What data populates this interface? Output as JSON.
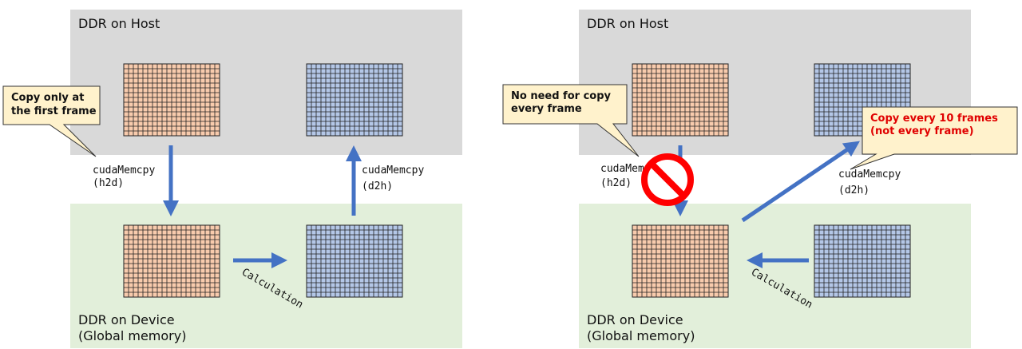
{
  "colors": {
    "host_bg": "#d9d9d9",
    "device_bg": "#e2efda",
    "orange_grid": "#f8cbad",
    "blue_grid": "#b4c7e7",
    "arrow": "#4472c4",
    "callout_fill": "#fff2cc",
    "no_sign": "#ff0000",
    "red_text": "#e00000"
  },
  "left": {
    "host_label": "DDR on Host",
    "device_label_1": "DDR on Device",
    "device_label_2": "(Global memory)",
    "h2d_label_1": "cudaMemcpy",
    "h2d_label_2": "(h2d)",
    "d2h_label_1": "cudaMemcpy",
    "d2h_label_2": "(d2h)",
    "calc_label": "Calculation",
    "callout_1": "Copy only at",
    "callout_2": "the first frame"
  },
  "right": {
    "host_label": "DDR on Host",
    "device_label_1": "DDR on Device",
    "device_label_2": "(Global memory)",
    "h2d_label_1": "cudaMemcpy",
    "h2d_label_2": "(h2d)",
    "d2h_label_1": "cudaMemcpy",
    "d2h_label_2": "(d2h)",
    "calc_label": "Calculation",
    "callout_a_1": "No need for copy",
    "callout_a_2": "every frame",
    "callout_b_1": "Copy every 10 frames",
    "callout_b_2": "(not every frame)"
  },
  "icons": [
    "no-entry-icon"
  ]
}
